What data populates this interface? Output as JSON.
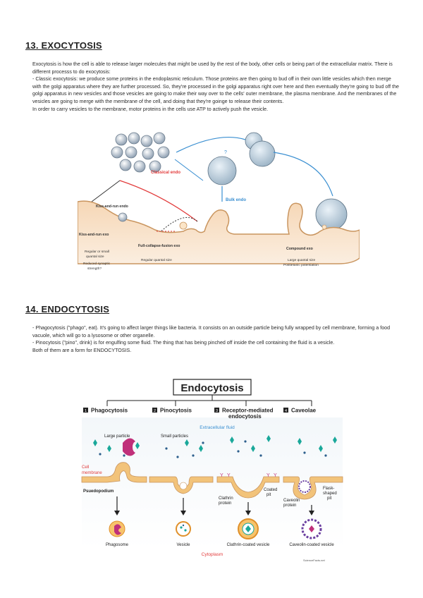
{
  "section13": {
    "title": "13. EXOCYTOSIS",
    "para1": "Exocytosis is how the cell is able to release larger molecules that might be used by the rest of the body, other cells or being part of the extracellular matrix. There is different processs to do exocytosis:",
    "para2": "- Classic exocytosis: we produce some proteins in the endoplasmic reticulum. Those proteins are then going to bud off in their own little vesicles which then merge with the golgi apparatus where they are further processed. So, they're processed in the golgi apparatus right over here and then eventually they're going to bud off the golgi apparatus in new vesicles and those vesicles are going to make their way over to the cells' outer membrane, the plasma membrane. And the membranes of the vesicles are going to merge with the membrane of the cell, and doing that they're goinge to release their contents.",
    "para3": "In order to carry vesicles to the membrane, motor proteins in the cells use ATP to actively push the vesicle."
  },
  "diagram1": {
    "classical": "Classical endo",
    "bulk": "Bulk endo",
    "kissrun_endo": "Kiss-and-run endo",
    "kissrun_exo": "Kiss-and-run exo",
    "regular_small": "Regular or small",
    "quantal_size": "quantal size",
    "reduced": "Reduced synaptic",
    "strength": "strength?",
    "fullcollapse": "Full-collapse-fusion exo",
    "regular_quantal": "Regular quantal size",
    "compound": "Compound exo",
    "large_quantal": "Large quantal size",
    "posttetanic": "Posttetanic potentiation",
    "question": "?"
  },
  "section14": {
    "title": "14. ENDOCYTOSIS",
    "para1": "- Phagocytosis (\"phago\", eat). It's going to affect larger things like bacteria. It consists on an outside particle being fully wrapped by cell membrane, forming a food vacuole, which will go to a lysosome or other organelle.",
    "para2": "- Pinocytosis (\"pino\", drink) is for engulfing some fluid. The thing that has being pinched off inside the cell containing the fluid is a vesicle.",
    "para3": "Both of them are a form for ENDOCYTOSIS."
  },
  "diagram2": {
    "title": "Endocytosis",
    "col1_num": "1",
    "col1": "Phagocytosis",
    "col2_num": "2",
    "col2": "Pinocytosis",
    "col3_num": "3",
    "col3a": "Receptor-mediated",
    "col3b": "endocytosis",
    "col4_num": "4",
    "col4": "Caveolae",
    "extracellular": "Extracellular fluid",
    "large_particle": "Large particle",
    "small_particles": "Small particles",
    "cell": "Cell",
    "membrane": "membrane",
    "pseudopodium": "Psuedopodium",
    "coated": "Coated",
    "pit": "pit",
    "clathrin": "Clathrin",
    "protein": "protein",
    "flask": "Flask-",
    "shaped": "shaped",
    "pit2": "pit",
    "caveolin": "Caveolin",
    "protein2": "protein",
    "phagosome": "Phagosome",
    "vesicle": "Vesicle",
    "clathrin_vesicle": "Clathrin-coated vesicle",
    "caveolin_vesicle": "Caveolin-coated vesicle",
    "cytoplasm": "Cytoplasm",
    "credit": "ScienceFacts.net"
  },
  "colors": {
    "membrane": "#e8b98a",
    "membrane_dark": "#c9955f",
    "red_label": "#e23b3b",
    "blue_label": "#3a8fd1",
    "teal_diamond": "#1aa89a",
    "magenta": "#c0307a",
    "background_panel": "#eef4f8"
  }
}
